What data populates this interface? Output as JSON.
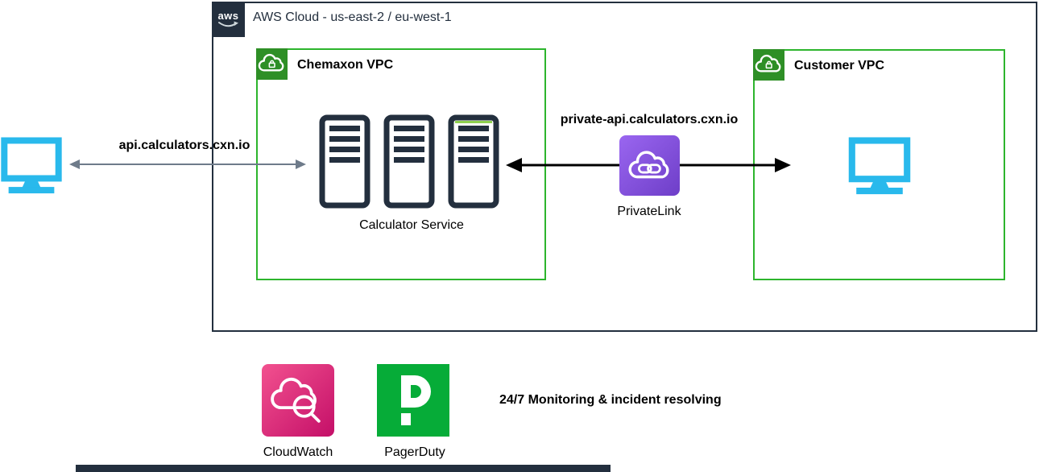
{
  "aws_cloud": {
    "title": "AWS Cloud - us-east-2 / eu-west-1",
    "logo_label": "aws"
  },
  "vpcs": {
    "chemaxon": {
      "label": "Chemaxon VPC"
    },
    "customer": {
      "label": "Customer VPC"
    }
  },
  "nodes": {
    "calculator_service": {
      "label": "Calculator Service",
      "server_count": 3
    },
    "privatelink": {
      "label": "PrivateLink"
    },
    "cloudwatch": {
      "label": "CloudWatch"
    },
    "pagerduty": {
      "label": "PagerDuty"
    }
  },
  "connections": {
    "public_api": {
      "label": "api.calculators.cxn.io",
      "style": "double-arrow-gray"
    },
    "private_api": {
      "label": "private-api.calculators.cxn.io",
      "style": "double-arrow-black"
    }
  },
  "annotations": {
    "monitoring": "24/7 Monitoring & incident resolving"
  },
  "colors": {
    "aws_navy": "#232F3E",
    "vpc_border_green": "#2DB52D",
    "vpc_icon_green": "#2E8F26",
    "client_cyan": "#29B9EC",
    "privatelink_purple": "#8252DE",
    "cloudwatch_pink": "#E7157B",
    "pagerduty_green": "#06AC38",
    "arrow_gray": "#6E7B8A",
    "server_highlight_green": "#8FD14F"
  }
}
